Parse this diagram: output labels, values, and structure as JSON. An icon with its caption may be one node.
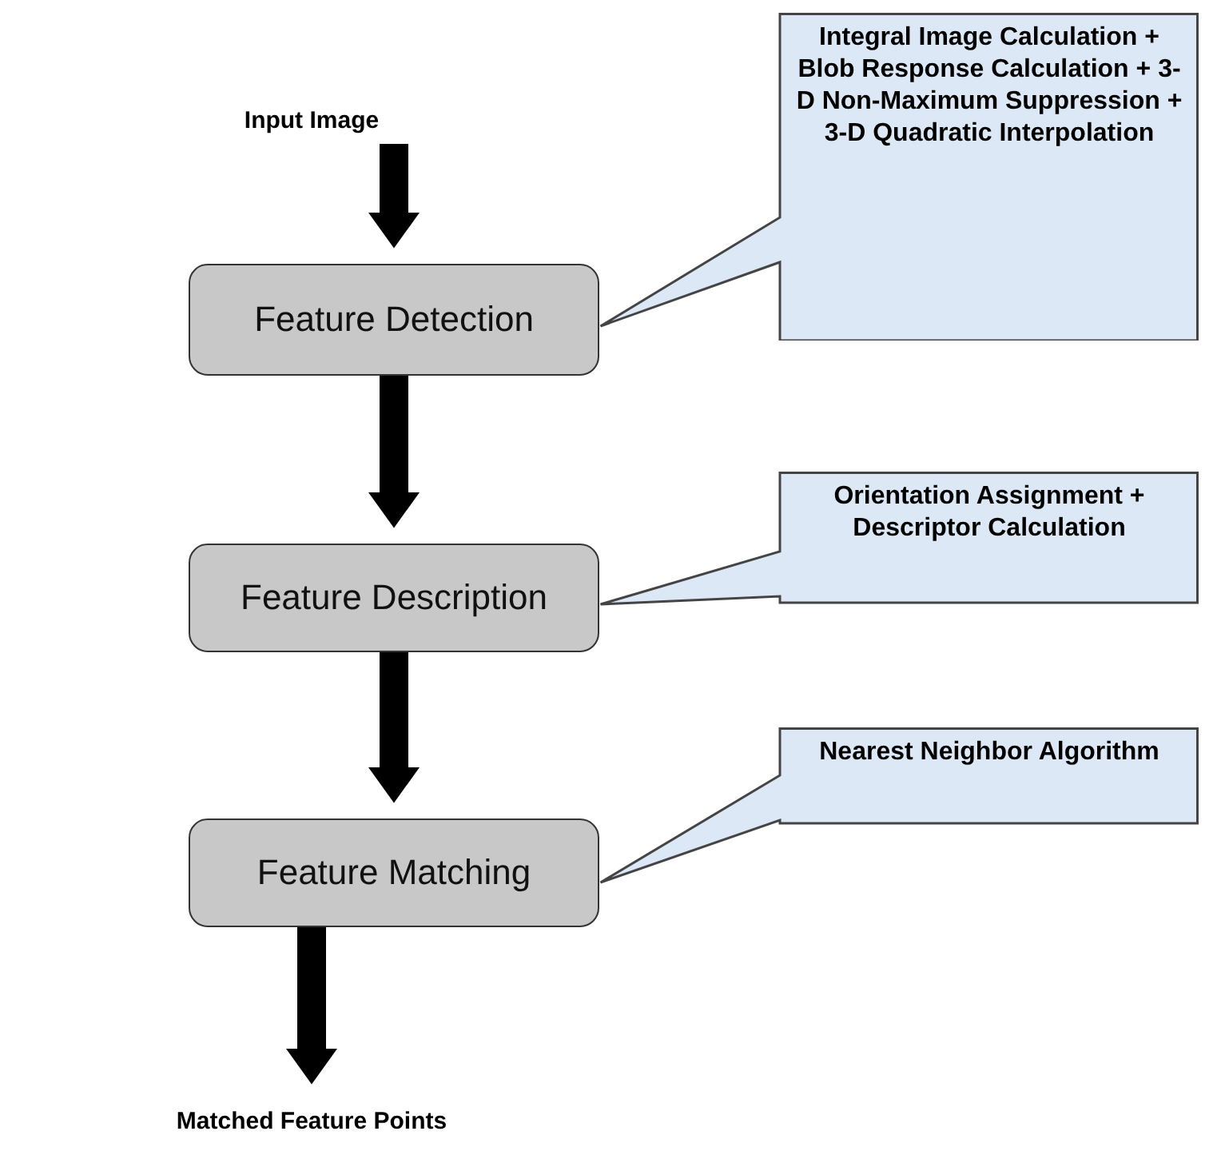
{
  "diagram": {
    "nodes": [
      {
        "text": [
          "Input Image"
        ]
      },
      {
        "text": [
          "Feature Detection"
        ]
      },
      {
        "text": [
          "Feature Description"
        ]
      },
      {
        "text": [
          "Feature Matching"
        ]
      },
      {
        "text": [
          "Matched Feature Points"
        ]
      },
      {
        "text": [
          "Integral Image Calculation + Blob Response Calculation + 3-D Non-Maximum Suppression + 3-D Quadratic Interpolation"
        ]
      },
      {
        "text": [
          "Orientation Assignment + Descriptor Calculation"
        ]
      },
      {
        "text": [
          "Nearest Neighbor Algorithm"
        ]
      }
    ],
    "edges": [
      {
        "from": 0,
        "to": 1,
        "arrow": "to"
      },
      {
        "from": 1,
        "to": 2,
        "arrow": "to"
      },
      {
        "from": 2,
        "to": 3,
        "arrow": "to"
      },
      {
        "from": 3,
        "to": 4,
        "arrow": "to"
      }
    ]
  }
}
